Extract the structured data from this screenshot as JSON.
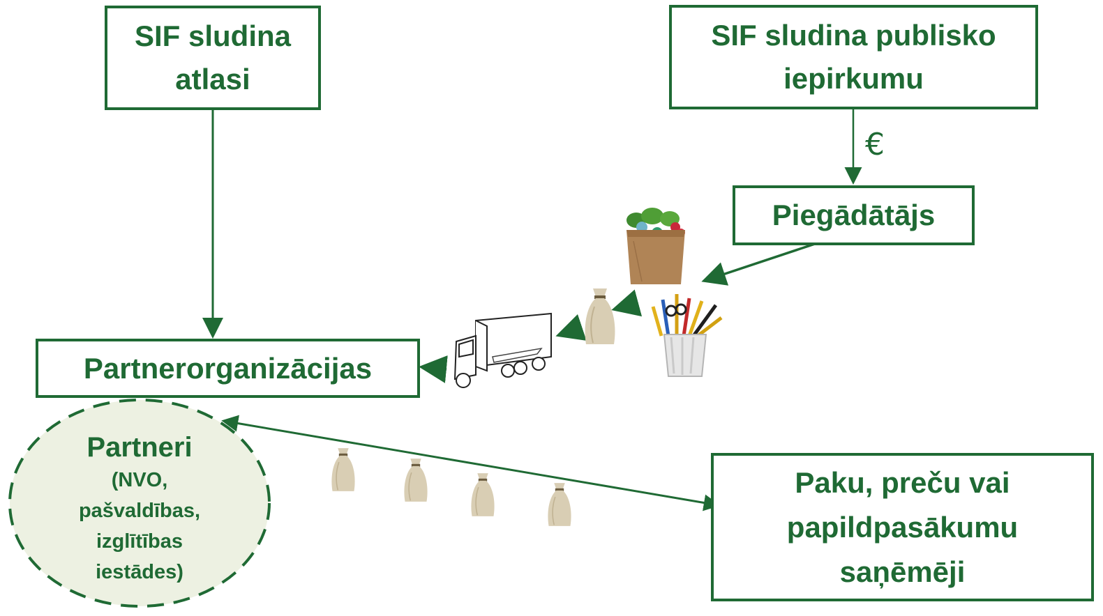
{
  "boxes": {
    "sif_atlasi": {
      "line1": "SIF sludina",
      "line2": "atlasi"
    },
    "sif_iepirkums": {
      "line1": "SIF sludina publisko",
      "line2": "iepirkumu"
    },
    "piegadatajs": {
      "label": "Piegādātājs"
    },
    "partnerorganizacijas": {
      "label": "Partnerorganizācijas"
    },
    "recipients": {
      "line1": "Paku, preču vai",
      "line2": "papildpasākumu",
      "line3": "saņēmēji"
    }
  },
  "partners": {
    "title": "Partneri",
    "line1": "(NVO,",
    "line2": "pašvaldības,",
    "line3": "izglītības",
    "line4": "iestādes)"
  },
  "money_symbol": "€",
  "icons": {
    "groceries": "grocery-bag-icon",
    "stationery": "pencil-cup-icon",
    "truck": "delivery-truck-icon",
    "sack": "sack-icon"
  },
  "colors": {
    "primary_green": "#1f6a34",
    "ellipse_fill": "#edf1e2"
  }
}
